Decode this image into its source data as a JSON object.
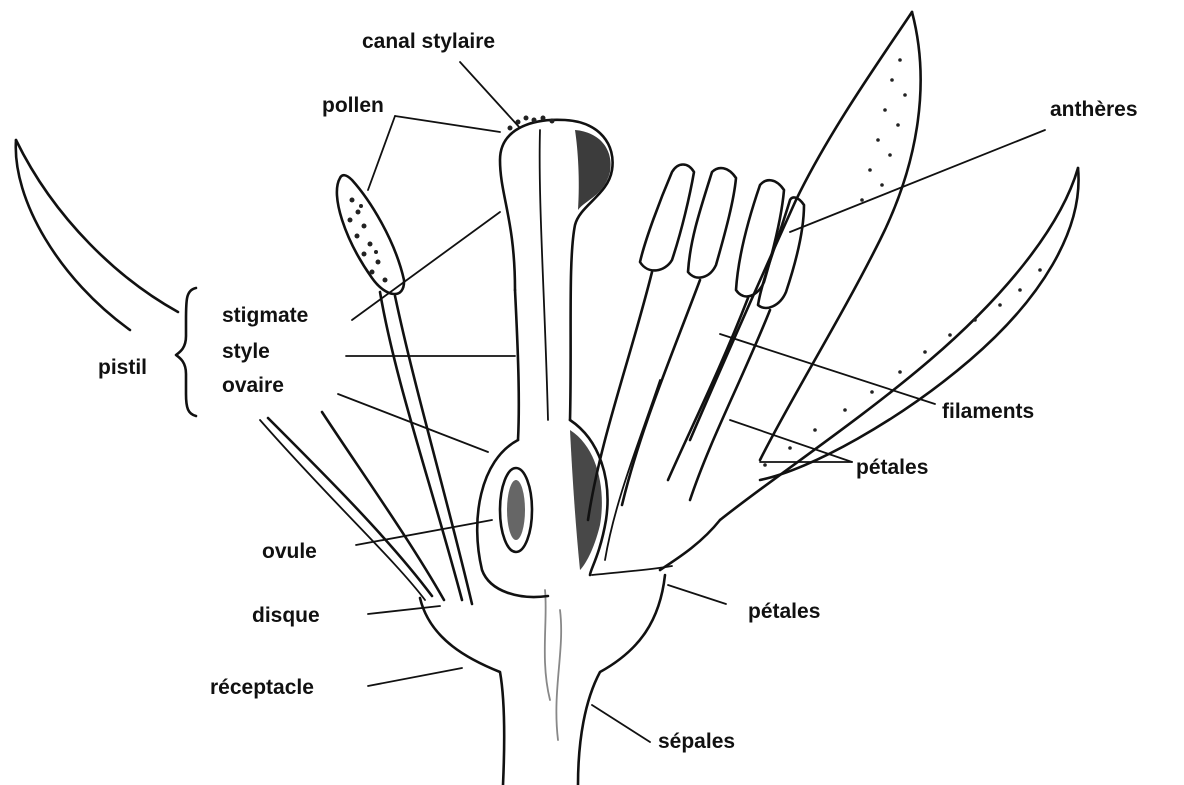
{
  "diagram": {
    "labels": {
      "canal_stylaire": "canal stylaire",
      "pollen": "pollen",
      "antheres": "anthères",
      "stigmate": "stigmate",
      "style": "style",
      "ovaire": "ovaire",
      "pistil": "pistil",
      "filaments": "filaments",
      "petales_upper": "pétales",
      "ovule": "ovule",
      "disque": "disque",
      "petales_lower": "pétales",
      "receptacle": "réceptacle",
      "sepales": "sépales"
    }
  }
}
